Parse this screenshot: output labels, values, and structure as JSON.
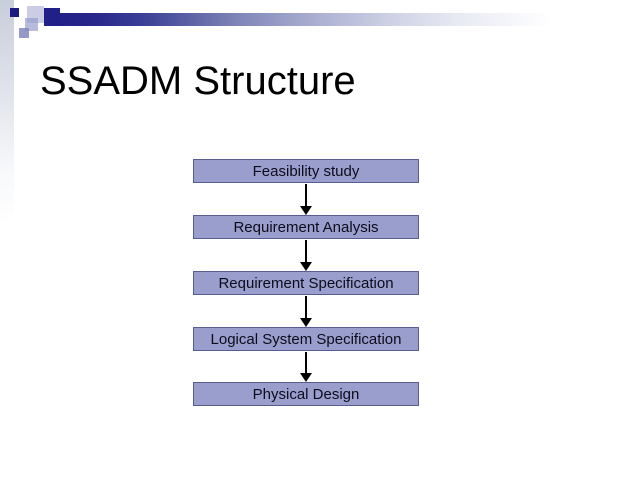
{
  "slide": {
    "title": "SSADM Structure"
  },
  "flowchart": {
    "steps": [
      "Feasibility study",
      "Requirement Analysis",
      "Requirement Specification",
      "Logical System Specification",
      "Physical Design"
    ]
  },
  "icons": {
    "arrow": "down-arrow"
  },
  "colors": {
    "box_fill": "#9a9ecc",
    "box_border": "#585c8e",
    "accent_navy": "#202088",
    "bar_gradient_start": "#1f1f87",
    "bar_gradient_end": "#ffffff",
    "title_color": "#000000",
    "arrow_color": "#000000"
  }
}
